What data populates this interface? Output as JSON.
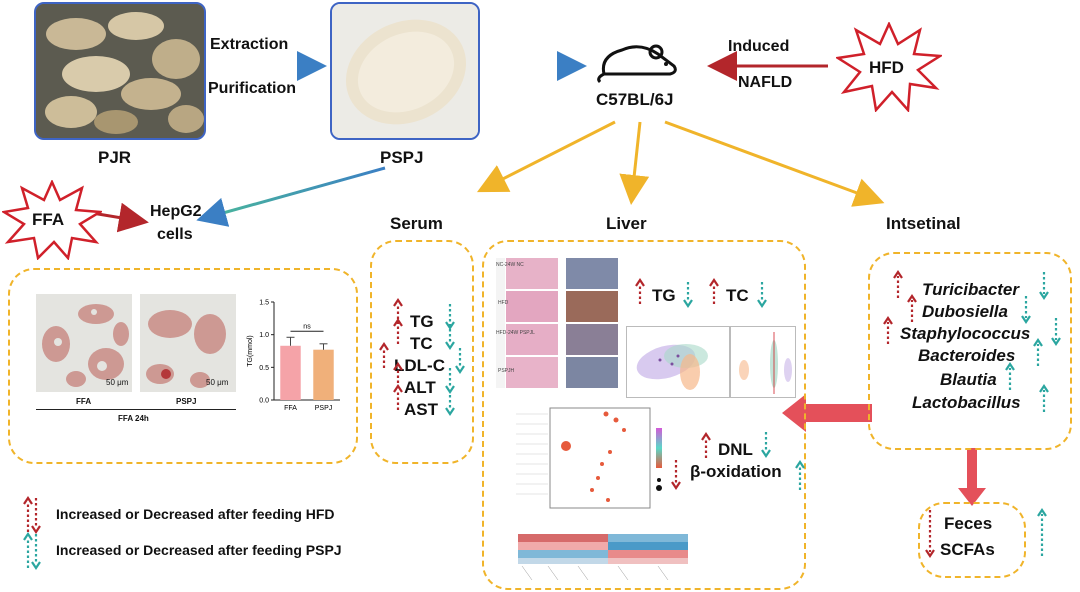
{
  "top": {
    "pjr_label": "PJR",
    "pspj_label": "PSPJ",
    "extraction": "Extraction",
    "purification": "Purification",
    "mouse_label": "C57BL/6J",
    "induced": "Induced",
    "nafld": "NAFLD",
    "hfd": "HFD"
  },
  "ffa_branch": {
    "ffa": "FFA",
    "hepg2_line1": "HepG2",
    "hepg2_line2": "cells"
  },
  "cell_panel": {
    "img1_label": "FFA",
    "img2_label": "PSPJ",
    "group_label": "FFA 24h",
    "scale1": "50 μm",
    "scale2": "50 μm",
    "chart_ylabel": "TG(mmol)",
    "ns": "ns",
    "yticks": [
      "0.0",
      "0.5",
      "1.0",
      "1.5"
    ]
  },
  "chart_data": {
    "type": "bar",
    "categories": [
      "FFA",
      "PSPJ"
    ],
    "values": [
      0.83,
      0.77
    ],
    "errors": [
      0.13,
      0.09
    ],
    "ylabel": "TG(mmol)",
    "ylim": [
      0,
      1.5
    ],
    "colors": [
      "#f5a3a8",
      "#f0b07a"
    ],
    "annotation": "ns"
  },
  "serum": {
    "title": "Serum",
    "markers": [
      "TG",
      "TC",
      "LDL-C",
      "ALT",
      "AST"
    ]
  },
  "liver": {
    "title": "Liver",
    "tg": "TG",
    "tc": "TC",
    "dnl": "DNL",
    "beta": "β-oxidation",
    "histo_rows": [
      "NC-24W NC",
      "HFD",
      "HFD-24W PSPJL",
      "PSPJH"
    ]
  },
  "intestinal": {
    "title": "Intsetinal",
    "bacteria": [
      "Turicibacter",
      "Dubosiella",
      "Staphylococcus",
      "Bacteroides",
      "Blautia",
      "Lactobacillus"
    ]
  },
  "feces": {
    "line1": "Feces",
    "line2": "SCFAs"
  },
  "legend": {
    "hfd_text": "Increased or Decreased after feeding HFD",
    "pspj_text": "Increased or Decreased after feeding PSPJ"
  },
  "colors": {
    "hfd_arrow": "#b3262b",
    "pspj_arrow": "#2ba6a0",
    "dashed_border": "#f0b42a",
    "photo_border": "#3e64c4",
    "burst_stroke": "#d0202a",
    "big_arrow": "#e4505a"
  }
}
